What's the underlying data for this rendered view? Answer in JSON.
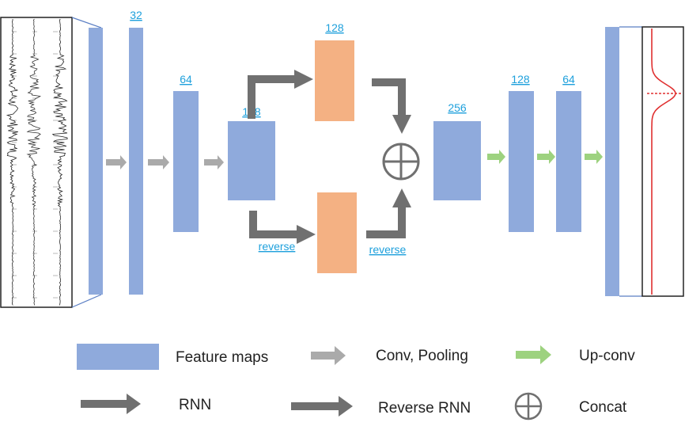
{
  "colors": {
    "feature_map": "#8faadc",
    "rnn_block": "#f4b183",
    "conv_arrow": "#aaaaaa",
    "upconv_arrow": "#9dd27f",
    "rnn_arrow": "#707070",
    "label_blue": "#1ea0dc",
    "pdf_curve": "#e03030"
  },
  "labels": {
    "c32": "32",
    "c64": "64",
    "c128_mid": "128",
    "c128_top": "128",
    "reverse_left": "reverse",
    "reverse_right": "reverse",
    "c256": "256",
    "c128_up": "128",
    "c64_up": "64"
  },
  "icons": {
    "concat": "circle-plus-icon"
  },
  "legend": {
    "feature_maps": "Feature maps",
    "conv_pooling": "Conv, Pooling",
    "up_conv": "Up-conv",
    "rnn": "RNN",
    "reverse_rnn": "Reverse RNN",
    "concat": "Concat"
  }
}
